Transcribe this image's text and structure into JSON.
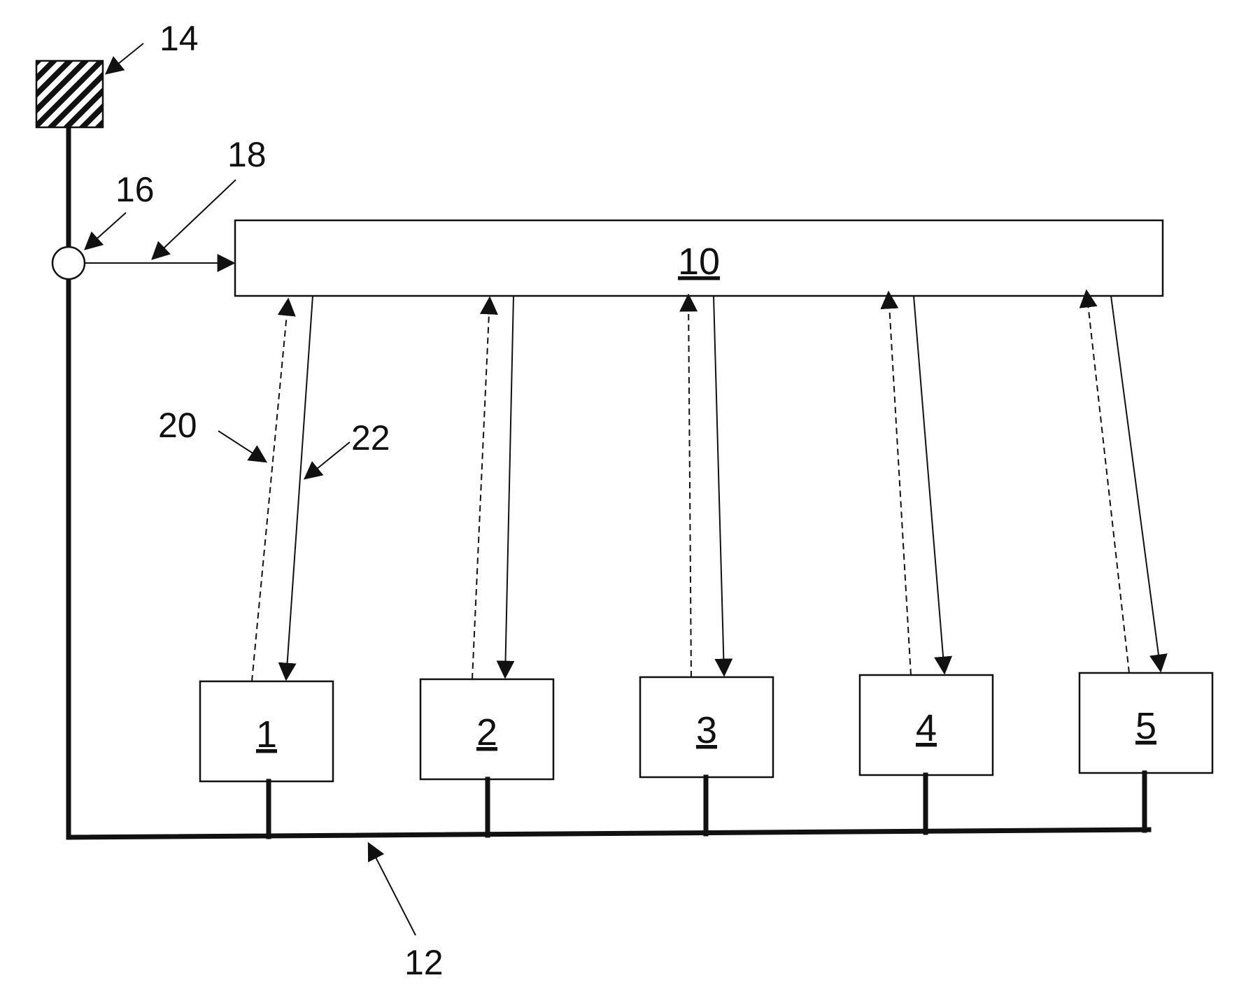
{
  "figure": {
    "central_unit": {
      "label": "10"
    },
    "bus": {
      "label": "12"
    },
    "source": {
      "label": "14"
    },
    "junction": {
      "label": "16"
    },
    "input_link": {
      "label": "18"
    },
    "request_links": {
      "label": "20"
    },
    "response_links": {
      "label": "22"
    },
    "modules": [
      {
        "label": "1"
      },
      {
        "label": "2"
      },
      {
        "label": "3"
      },
      {
        "label": "4"
      },
      {
        "label": "5"
      }
    ]
  }
}
